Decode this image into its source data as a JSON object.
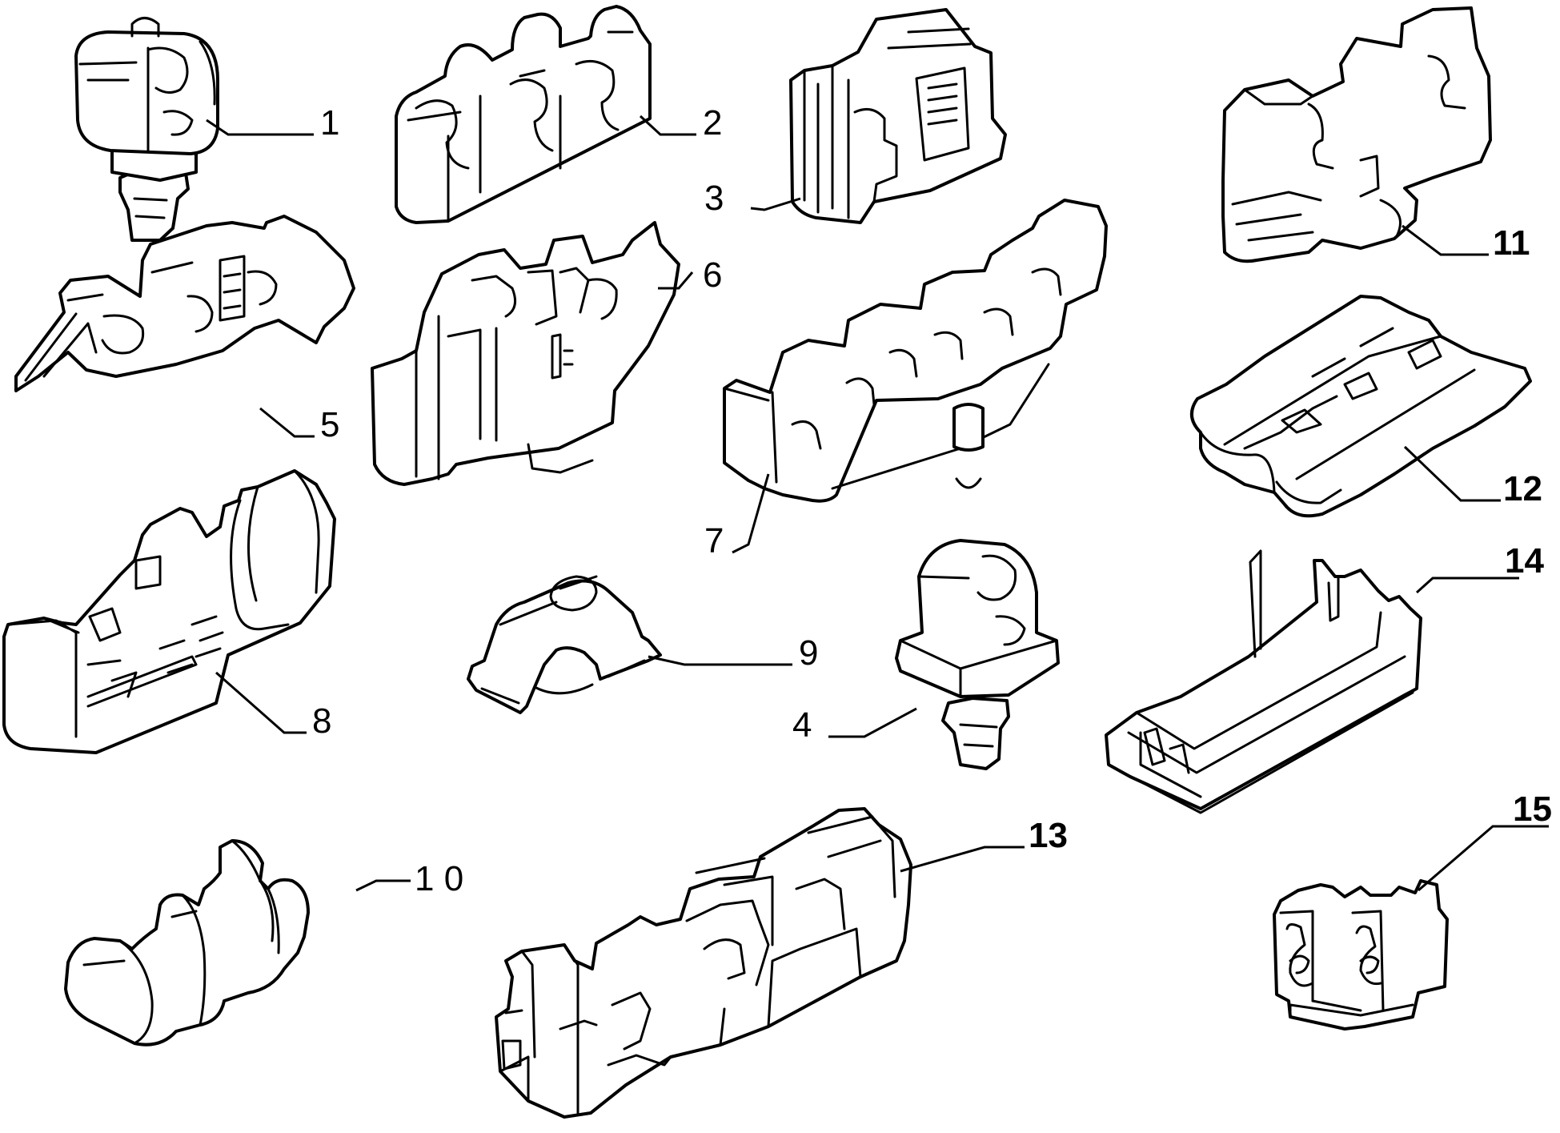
{
  "callouts": {
    "c1": "1",
    "c2": "2",
    "c3": "3",
    "c4": "4",
    "c5": "5",
    "c6": "6",
    "c7": "7",
    "c8": "8",
    "c9": "9",
    "c10": "1 0",
    "c11": "11",
    "c12": "12",
    "c13": "13",
    "c14": "14",
    "c15": "15"
  },
  "colors": {
    "line": "#000000",
    "background": "#ffffff"
  }
}
